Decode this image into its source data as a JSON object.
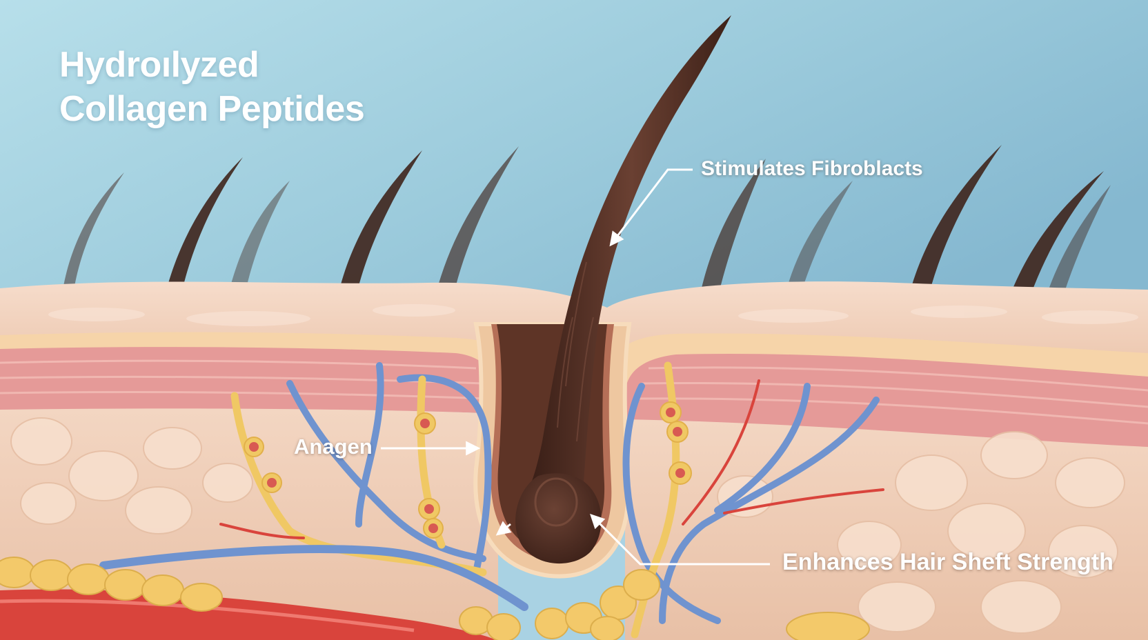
{
  "title": {
    "line1": "Hydroılyzed",
    "line2": "Collagen Peptides"
  },
  "callouts": {
    "fibroblasts": "Stimulates Fibroblacts",
    "anagen": "Anagen",
    "shaft": "Enhances Hair Sheft Strength"
  },
  "colors": {
    "sky_top": "#8ec4d8",
    "sky_bottom": "#b8dde8",
    "skin_surface": "#f0cdb5",
    "dermis_pink": "#e59a98",
    "dermis_stripe": "#f2b9b3",
    "subcutis": "#efcfb8",
    "hair": "#4a2a1f",
    "vein_blue": "#6f93cf",
    "nerve_yellow": "#f0c864",
    "artery_red": "#d9443c",
    "node_red": "#d85a52"
  }
}
